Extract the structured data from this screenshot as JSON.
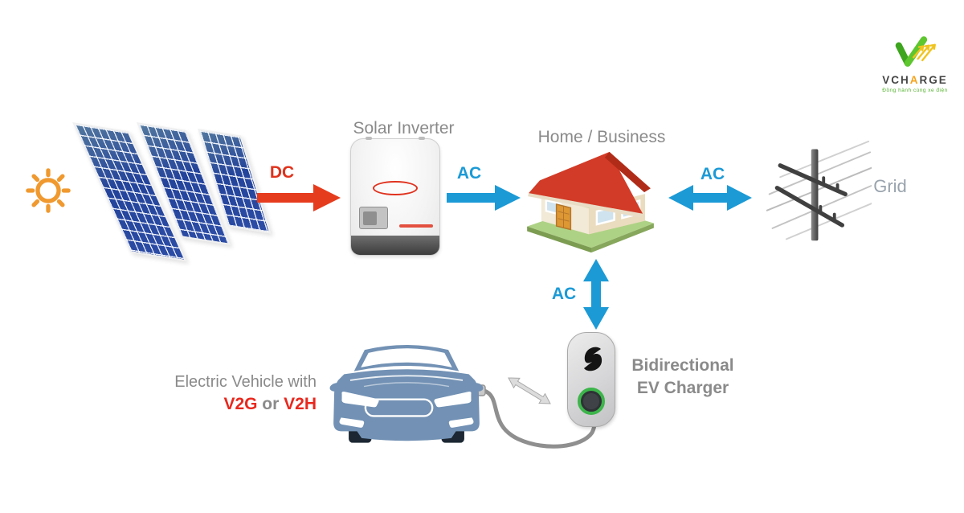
{
  "colors": {
    "ac_blue": "#1b9ad6",
    "dc_red": "#e63c1e",
    "label_gray": "#8a8a8a",
    "grid_label_gray": "#99a3ad",
    "car_blue": "#7291b4",
    "roof_red": "#d23b27",
    "logo_green": "#4fb82c",
    "logo_yellow": "#f0c41f",
    "logo_orange": "#f7a21b",
    "socket_green": "#3cb54a"
  },
  "logo": {
    "brand_part1": "VCH",
    "brand_part2": "A",
    "brand_part3": "RGE",
    "tagline": "Đồng hành cùng xe điện"
  },
  "labels": {
    "solar_inverter": "Solar Inverter",
    "home_business": "Home / Business",
    "grid": "Grid",
    "charger_line1": "Bidirectional",
    "charger_line2": "EV Charger",
    "ev_line1": "Electric Vehicle with",
    "ev_v2g": "V2G",
    "ev_or": " or ",
    "ev_v2h": "V2H"
  },
  "flows": {
    "dc_label": "DC",
    "ac_inverter_to_home": "AC",
    "ac_home_to_grid": "AC",
    "ac_home_to_charger": "AC"
  }
}
